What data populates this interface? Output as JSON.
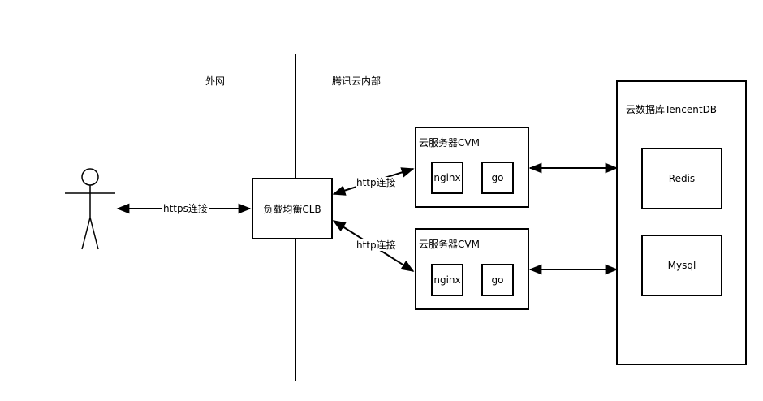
{
  "zones": {
    "external": "外网",
    "internal": "腾讯云内部"
  },
  "clb": {
    "label": "负载均衡CLB"
  },
  "cvm_groups": [
    {
      "title": "云服务器CVM",
      "nginx": "nginx",
      "go": "go"
    },
    {
      "title": "云服务器CVM",
      "nginx": "nginx",
      "go": "go"
    }
  ],
  "db": {
    "title": "云数据库TencentDB",
    "redis": "Redis",
    "mysql": "Mysql"
  },
  "edges": {
    "user_to_clb": "https连接",
    "clb_to_cvm1": "http连接",
    "clb_to_cvm2": "http连接"
  },
  "colors": {
    "line": "#000000",
    "background": "#ffffff"
  }
}
